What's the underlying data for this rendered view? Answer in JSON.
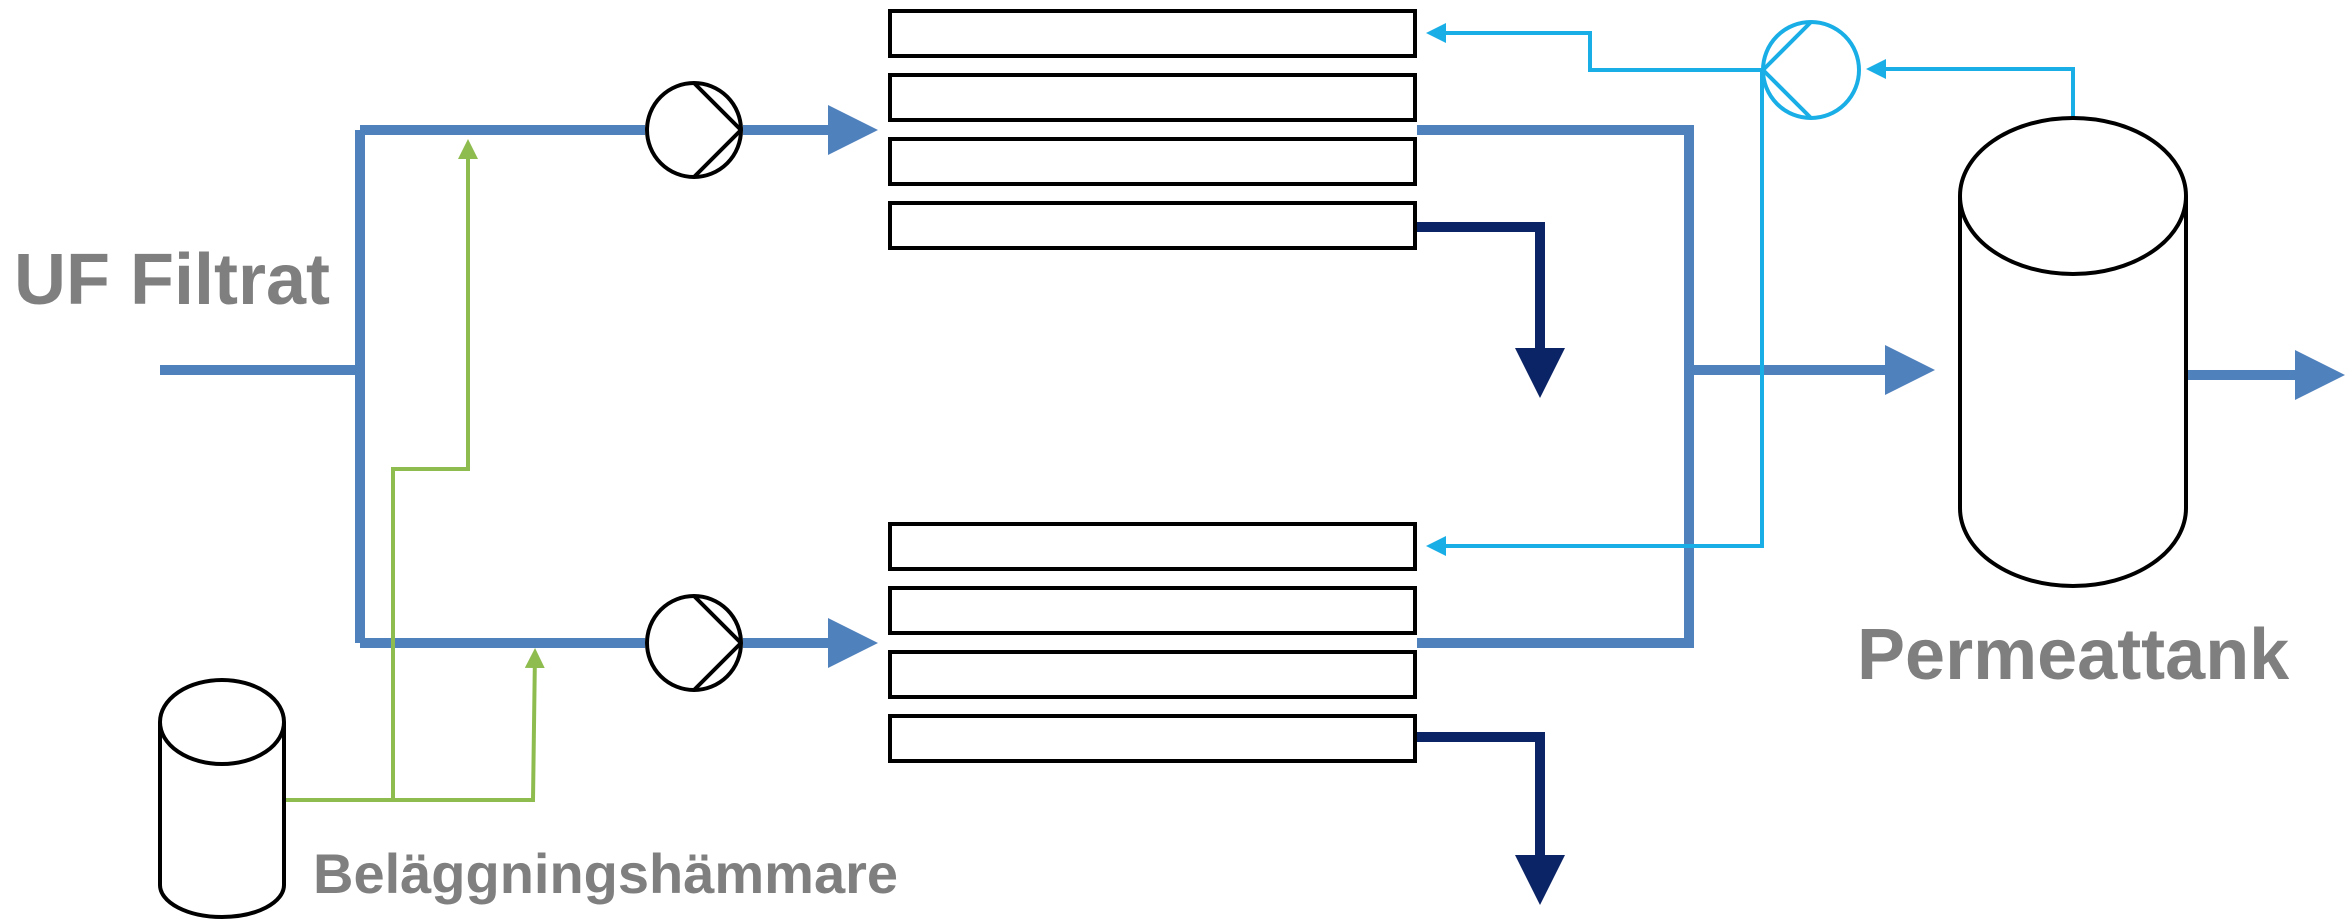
{
  "labels": {
    "feed": "UF Filtrat",
    "permeate_tank": "Permeattank",
    "antiscalant": "Beläggningshämmare"
  },
  "colors": {
    "main_flow": "#4f81bd",
    "concentrate": "#0b2466",
    "flush": "#1aaee6",
    "antiscalant_dosing": "#8fbc4f",
    "equipment_outline": "#000000",
    "label_text": "#7f7f7f"
  },
  "components": {
    "membrane_trains": 2,
    "modules_per_train": 4,
    "high_pressure_pumps": 2,
    "flush_pumps": 1,
    "tanks": [
      "permeate-tank",
      "antiscalant-tank"
    ]
  }
}
